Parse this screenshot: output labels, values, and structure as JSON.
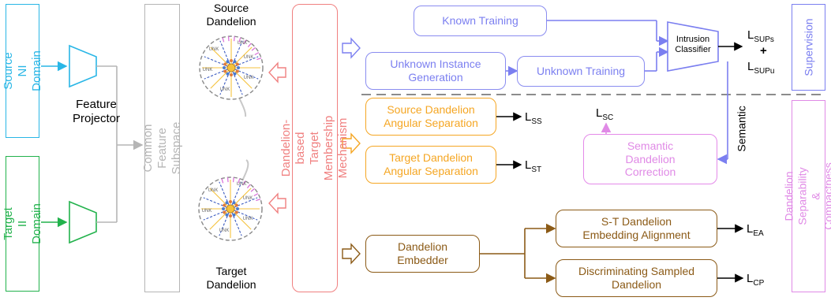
{
  "domains": {
    "source": "Source NI Domain",
    "target": "Target II Domain"
  },
  "projector_label": "Feature\nProjector",
  "subspace_label": "Common Feature Subspace",
  "dandelion": {
    "source_label": "Source\nDandelion",
    "target_label": "Target\nDandelion",
    "unk": "UNK"
  },
  "mechanism_label": "Dandelion-based Target Membership\nMechanism",
  "supervision": {
    "known_training": "Known Training",
    "unknown_generation": "Unknown Instance\nGeneration",
    "unknown_training": "Unknown Training",
    "classifier": "Intrusion\nClassifier",
    "side_label": "Supervision",
    "loss_sups": {
      "base": "L",
      "sub": "SUPs"
    },
    "plus": "+",
    "loss_supu": {
      "base": "L",
      "sub": "SUPu"
    }
  },
  "separability": {
    "source_angular": "Source Dandelion\nAngular Separation",
    "target_angular": "Target Dandelion\nAngular Separation",
    "loss_ss": {
      "base": "L",
      "sub": "SS"
    },
    "loss_st": {
      "base": "L",
      "sub": "ST"
    },
    "loss_sc": {
      "base": "L",
      "sub": "SC"
    },
    "semantic_correction": "Semantic\nDandelion\nCorrection",
    "semantic_label": "Semantic",
    "side_label": "Dandelion Separability &\nCompactness"
  },
  "embedding": {
    "embedder": "Dandelion\nEmbedder",
    "alignment": "S-T Dandelion\nEmbedding Alignment",
    "discriminating": "Discriminating Sampled\nDandelion",
    "loss_ea": {
      "base": "L",
      "sub": "EA"
    },
    "loss_cp": {
      "base": "L",
      "sub": "CP"
    }
  },
  "colors": {
    "cyan": "#29b6e6",
    "green": "#22b24c",
    "gray": "#b5b5b5",
    "salmon": "#f08080",
    "blue": "#7b7ff0",
    "orange": "#f5a623",
    "brown": "#8b5a16",
    "violet": "#e08ae6"
  }
}
